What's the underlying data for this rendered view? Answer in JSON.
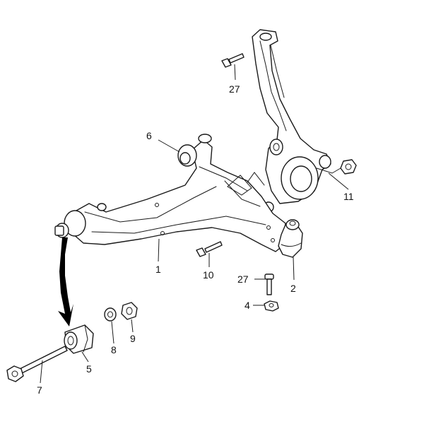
{
  "callouts": [
    {
      "id": "c1",
      "text": "1"
    },
    {
      "id": "c2",
      "text": "2"
    },
    {
      "id": "c4",
      "text": "4"
    },
    {
      "id": "c5",
      "text": "5"
    },
    {
      "id": "c6",
      "text": "6"
    },
    {
      "id": "c7",
      "text": "7"
    },
    {
      "id": "c8",
      "text": "8"
    },
    {
      "id": "c9",
      "text": "9"
    },
    {
      "id": "c10",
      "text": "10"
    },
    {
      "id": "c11",
      "text": "11"
    },
    {
      "id": "c27a",
      "text": "27"
    },
    {
      "id": "c27b",
      "text": "27"
    }
  ],
  "colors": {
    "line": "#1a1a1a",
    "fill": "#ffffff",
    "arrow": "#000000"
  }
}
